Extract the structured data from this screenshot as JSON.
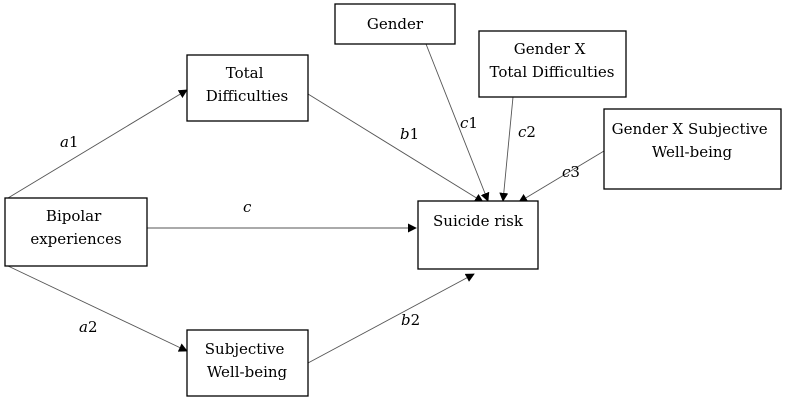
{
  "nodes": {
    "gender": {
      "lines": [
        "Gender"
      ]
    },
    "gender_x_total_difficulties": {
      "lines": [
        "Gender X",
        "Total Difficulties"
      ]
    },
    "total_difficulties": {
      "lines": [
        "Total",
        "Difficulties"
      ]
    },
    "gender_x_subjective_wellbeing": {
      "lines": [
        "Gender X Subjective",
        "Well-being"
      ]
    },
    "bipolar_experiences": {
      "lines": [
        "Bipolar",
        "experiences"
      ]
    },
    "suicide_risk": {
      "lines": [
        "Suicide risk"
      ]
    },
    "subjective_wellbeing": {
      "lines": [
        "Subjective",
        "Well-being"
      ]
    }
  },
  "paths": {
    "a1": {
      "letter": "a",
      "number": "1"
    },
    "a2": {
      "letter": "a",
      "number": "2"
    },
    "b1": {
      "letter": "b",
      "number": "1"
    },
    "b2": {
      "letter": "b",
      "number": "2"
    },
    "c": {
      "letter": "c",
      "number": ""
    },
    "c1": {
      "letter": "c",
      "number": "1"
    },
    "c2": {
      "letter": "c",
      "number": "2"
    },
    "c3": {
      "letter": "c",
      "number": "3"
    }
  }
}
